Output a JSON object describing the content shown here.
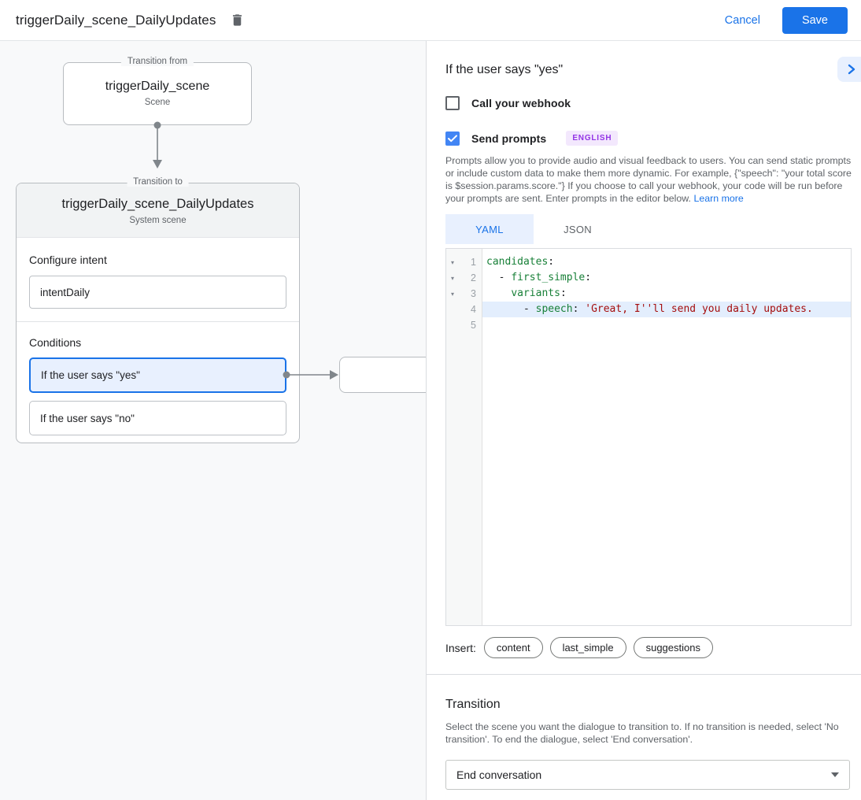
{
  "topbar": {
    "title": "triggerDaily_scene_DailyUpdates",
    "cancel_label": "Cancel",
    "save_label": "Save"
  },
  "canvas": {
    "from_node": {
      "legend": "Transition from",
      "title": "triggerDaily_scene",
      "subtitle": "Scene"
    },
    "to_node": {
      "legend": "Transition to",
      "title": "triggerDaily_scene_DailyUpdates",
      "subtitle": "System scene"
    },
    "configure_intent": {
      "label": "Configure intent",
      "value": "intentDaily"
    },
    "conditions": {
      "label": "Conditions",
      "items": [
        {
          "label": "If the user says \"yes\"",
          "selected": true
        },
        {
          "label": "If the user says \"no\"",
          "selected": false
        }
      ]
    }
  },
  "panel": {
    "title": "If the user says \"yes\"",
    "webhook": {
      "label": "Call your webhook",
      "checked": false
    },
    "prompts": {
      "label": "Send prompts",
      "checked": true,
      "badge": "ENGLISH"
    },
    "description": "Prompts allow you to provide audio and visual feedback to users. You can send static prompts or include custom data to make them more dynamic. For example, {\"speech\": \"your total score is $session.params.score.\"} If you choose to call your webhook, your code will be run before your prompts are sent. Enter prompts in the editor below.",
    "learn_more": "Learn more",
    "tabs": [
      {
        "label": "YAML",
        "active": true
      },
      {
        "label": "JSON",
        "active": false
      }
    ],
    "editor": {
      "lines": [
        {
          "number": 1,
          "fold": true,
          "highlight": false,
          "tokens": [
            {
              "t": "candidates",
              "c": "key"
            },
            {
              "t": ":",
              "c": "plain"
            }
          ]
        },
        {
          "number": 2,
          "fold": true,
          "highlight": false,
          "tokens": [
            {
              "t": "  - ",
              "c": "plain"
            },
            {
              "t": "first_simple",
              "c": "key"
            },
            {
              "t": ":",
              "c": "plain"
            }
          ]
        },
        {
          "number": 3,
          "fold": true,
          "highlight": false,
          "tokens": [
            {
              "t": "    ",
              "c": "plain"
            },
            {
              "t": "variants",
              "c": "key"
            },
            {
              "t": ":",
              "c": "plain"
            }
          ]
        },
        {
          "number": 4,
          "fold": false,
          "highlight": true,
          "tokens": [
            {
              "t": "      - ",
              "c": "plain"
            },
            {
              "t": "speech",
              "c": "key"
            },
            {
              "t": ": ",
              "c": "plain"
            },
            {
              "t": "'Great, I''ll send you daily updates.",
              "c": "string"
            }
          ]
        },
        {
          "number": 5,
          "fold": false,
          "highlight": false,
          "tokens": []
        }
      ]
    },
    "insert": {
      "label": "Insert:",
      "chips": [
        "content",
        "last_simple",
        "suggestions"
      ]
    },
    "transition": {
      "title": "Transition",
      "description": "Select the scene you want the dialogue to transition to. If no transition is needed, select 'No transition'. To end the dialogue, select 'End conversation'.",
      "value": "End conversation"
    }
  },
  "colors": {
    "accent": "#1a73e8",
    "checkbox_checked": "#4285f4",
    "badge_bg": "#f3e8fd",
    "badge_text": "#9334e6",
    "code_key": "#188038",
    "code_string": "#a50e0e",
    "selected_condition_bg": "#e8f0fe",
    "canvas_bg": "#f8f9fa"
  }
}
